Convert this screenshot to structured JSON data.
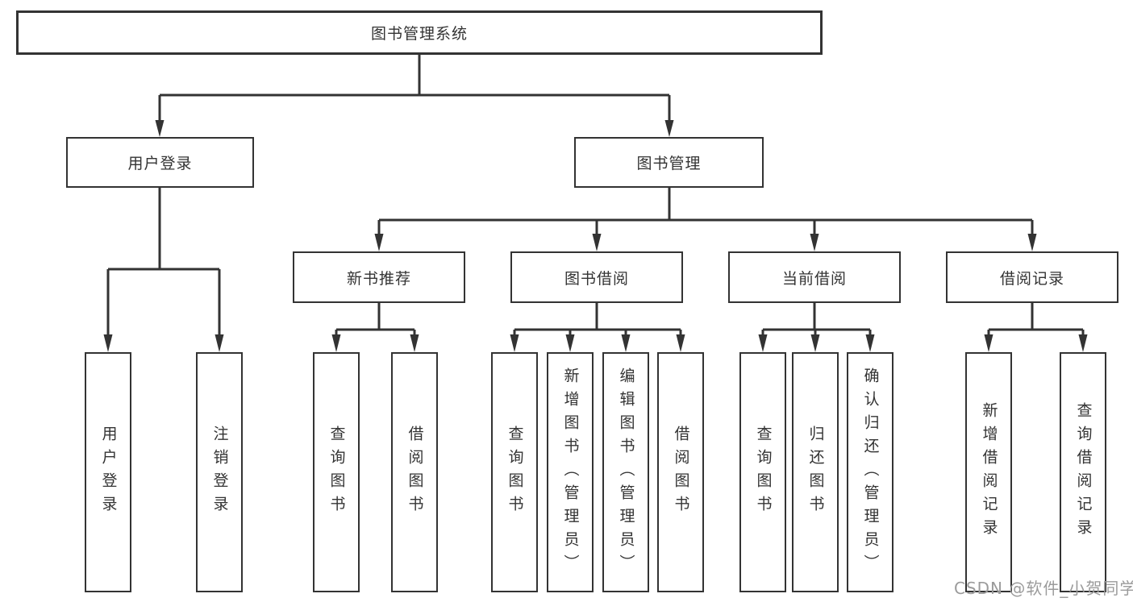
{
  "diagram_title": "图书管理系统",
  "tree": {
    "label": "图书管理系统",
    "children": [
      {
        "label": "用户登录",
        "children": [
          {
            "label": "用户登录"
          },
          {
            "label": "注销登录"
          }
        ]
      },
      {
        "label": "图书管理",
        "children": [
          {
            "label": "新书推荐",
            "children": [
              {
                "label": "查询图书"
              },
              {
                "label": "借阅图书"
              }
            ]
          },
          {
            "label": "图书借阅",
            "children": [
              {
                "label": "查询图书"
              },
              {
                "label": "新增图书（管理员）"
              },
              {
                "label": "编辑图书（管理员）"
              },
              {
                "label": "借阅图书"
              }
            ]
          },
          {
            "label": "当前借阅",
            "children": [
              {
                "label": "查询图书"
              },
              {
                "label": "归还图书"
              },
              {
                "label": "确认归还（管理员）"
              }
            ]
          },
          {
            "label": "借阅记录",
            "children": [
              {
                "label": "新增借阅记录"
              },
              {
                "label": "查询借阅记录"
              }
            ]
          }
        ]
      }
    ]
  },
  "watermark": {
    "text": "CSDN @软件_小贺同学"
  },
  "colors": {
    "line": "#333333",
    "text": "#333333",
    "box_background": "#ffffff",
    "background": "#ffffff",
    "watermark": "#9b9b9b"
  }
}
